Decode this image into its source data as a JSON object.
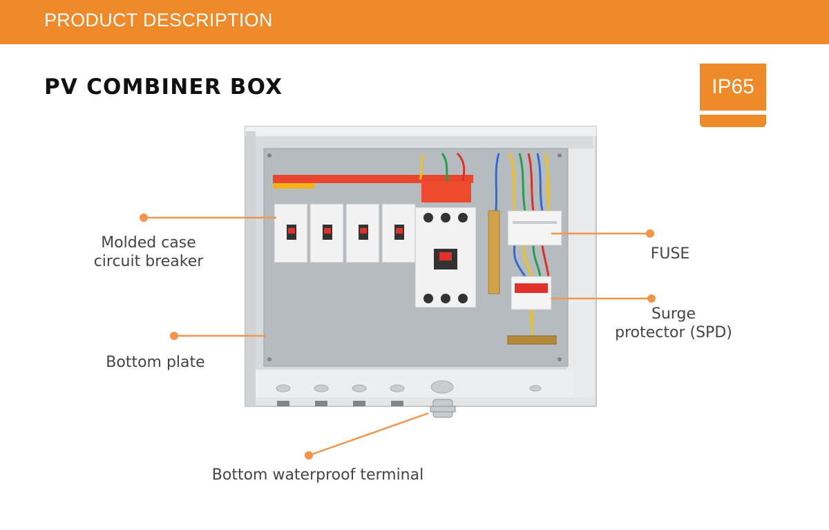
{
  "header": {
    "title": "PRODUCT DESCRIPTION"
  },
  "page": {
    "title": "PV COMBINER BOX"
  },
  "badge": {
    "text": "IP65"
  },
  "labels": {
    "breaker_line1": "Molded case",
    "breaker_line2": "circuit breaker",
    "bottom_plate": "Bottom plate",
    "fuse": "FUSE",
    "spd_line1": "Surge",
    "spd_line2": "protector (SPD)",
    "terminal": "Bottom waterproof terminal"
  },
  "colors": {
    "accent": "#ef8a2a",
    "callout": "#f0954a",
    "text": "#444444"
  }
}
